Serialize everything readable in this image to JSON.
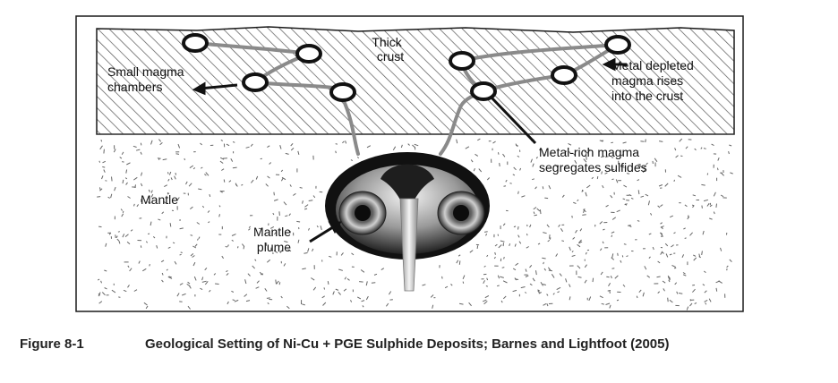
{
  "diagram": {
    "labels": {
      "thick_crust": [
        "Thick",
        "crust"
      ],
      "small_chambers": [
        "Small magma",
        "chambers"
      ],
      "metal_depleted": [
        "Metal depleted",
        "magma rises",
        "into the crust"
      ],
      "metal_rich": [
        "Metal-rich magma",
        "segregates sulfides"
      ],
      "mantle": "Mantle",
      "mantle_plume": [
        "Mantle",
        "plume"
      ]
    },
    "colors": {
      "outline": "#1a1a1a",
      "conduit": "#8a8a8a",
      "crust_hatch": "#555555",
      "mantle_fleck": "#666666"
    }
  },
  "caption": {
    "number": "Figure 8-1",
    "text": "Geological Setting of Ni-Cu + PGE Sulphide Deposits; Barnes and Lightfoot (2005)"
  }
}
